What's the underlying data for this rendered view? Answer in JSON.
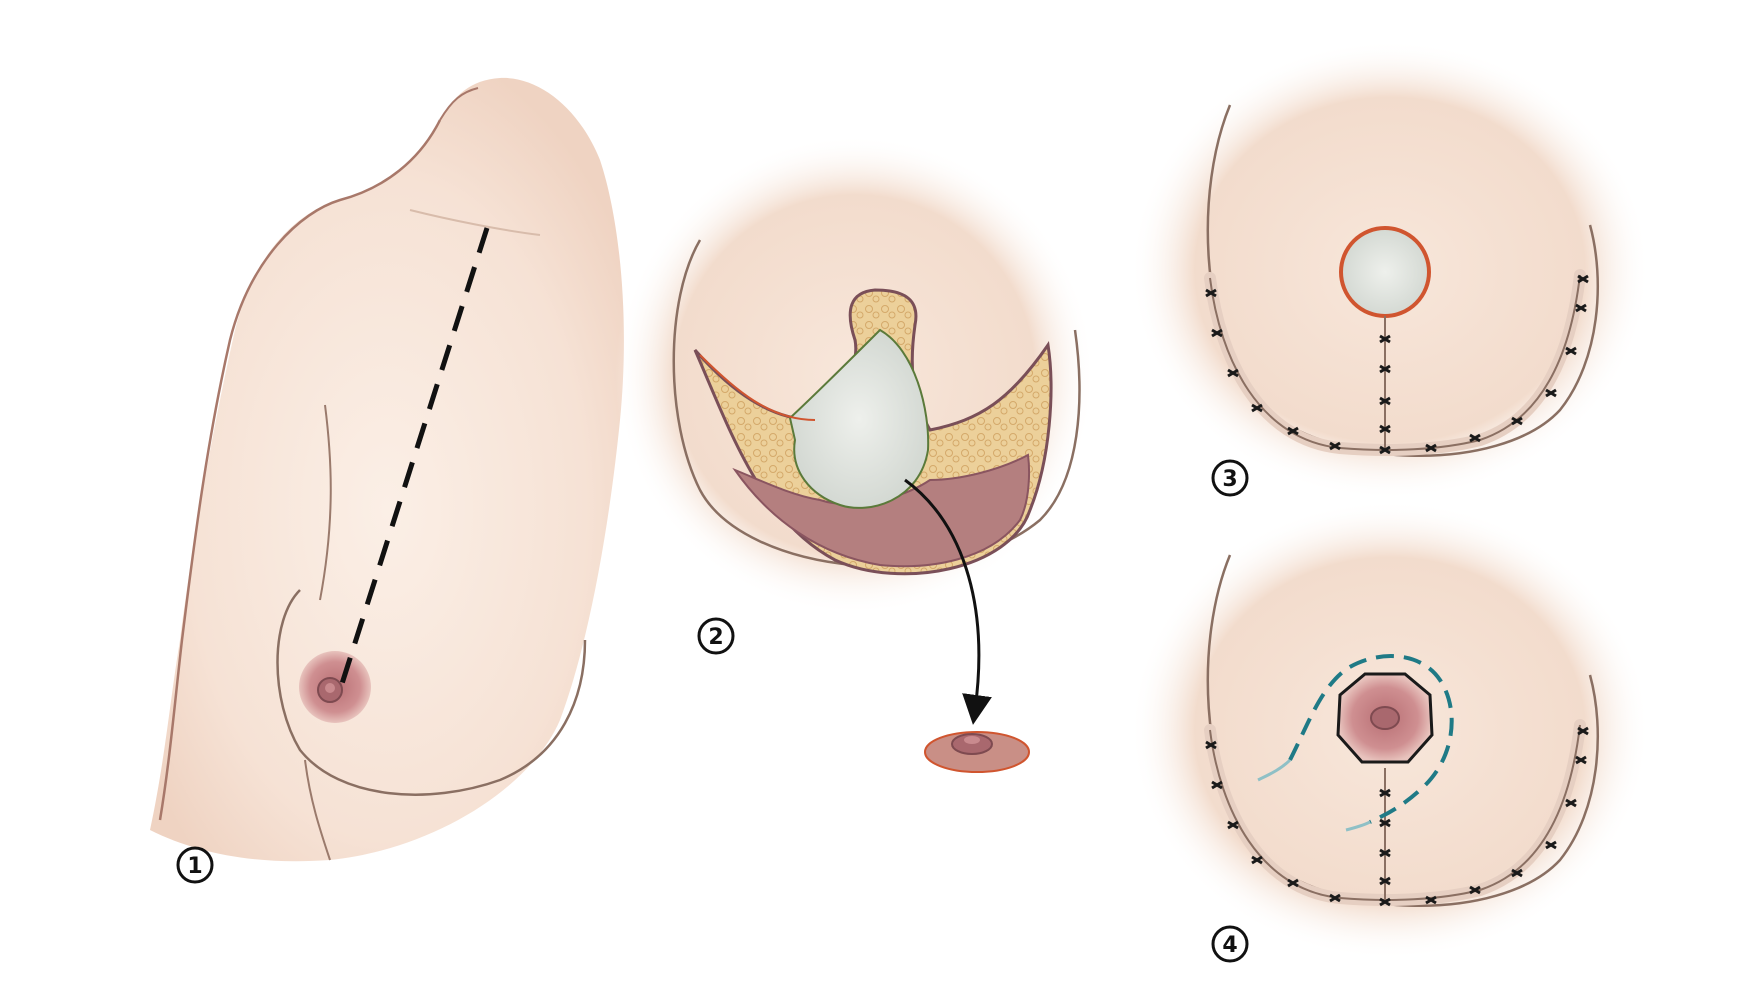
{
  "figure": {
    "steps": [
      {
        "number": "1"
      },
      {
        "number": "2"
      },
      {
        "number": "3"
      },
      {
        "number": "4"
      }
    ],
    "colors": {
      "skin": "#f7e6da",
      "skin_shadow": "#ecd0bd",
      "outline": "#8a6f62",
      "areola": "#c9868a",
      "fat": "#e9c98f",
      "muscle": "#b0787a",
      "incision_edge": "#d0552f",
      "wound_bed": "#dfe3df",
      "suture": "#1a1a1a",
      "purse_string": "#1f7a86",
      "cut_line": "#111111"
    },
    "icons": {
      "step1": "dashed-incision-line",
      "step2": "nipple-graft-removal-arrow",
      "step3": "inverted-t-closure",
      "step4": "nipple-graft-purse-string"
    }
  }
}
